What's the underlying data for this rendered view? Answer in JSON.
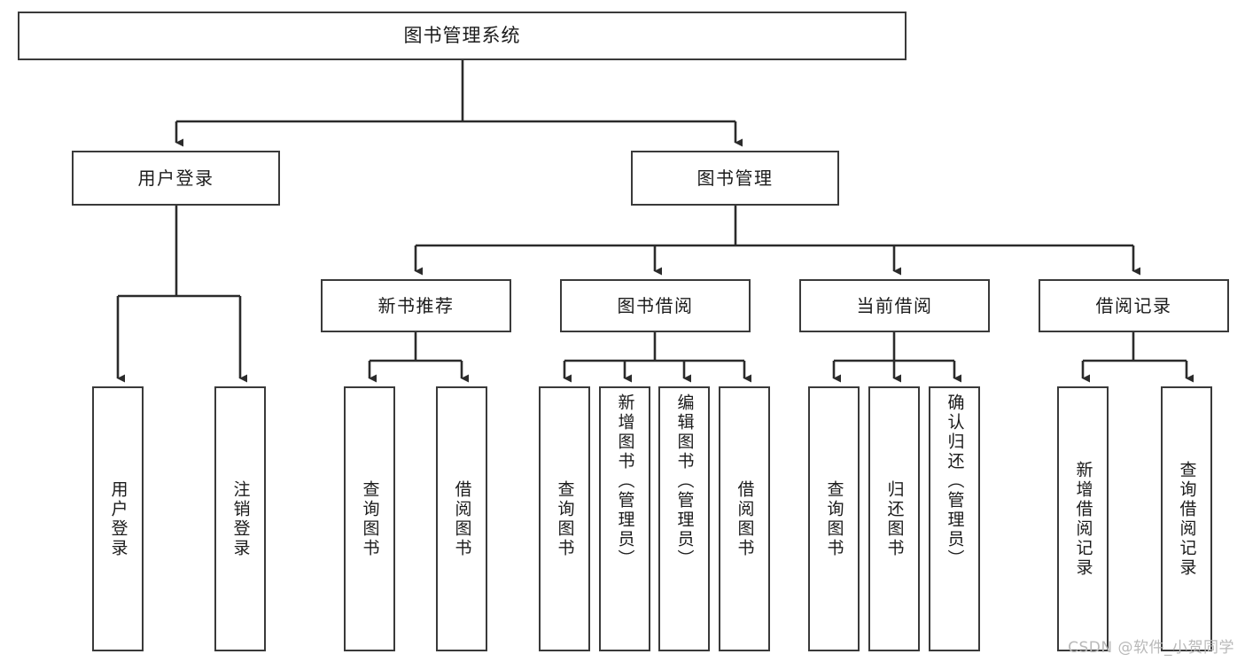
{
  "diagram": {
    "title": "图书管理系统",
    "type": "tree",
    "watermark": "CSDN @软件_小贺同学",
    "colors": {
      "box_border": "#3a3a3a",
      "box_fill": "#ffffff",
      "connector": "#2b2b2b",
      "text": "#1b1b1b",
      "watermark": "#b9b9b9"
    },
    "root": {
      "label": "图书管理系统"
    },
    "level2": [
      {
        "label": "用户登录"
      },
      {
        "label": "图书管理"
      }
    ],
    "level3": [
      {
        "label": "新书推荐"
      },
      {
        "label": "图书借阅"
      },
      {
        "label": "当前借阅"
      },
      {
        "label": "借阅记录"
      }
    ],
    "leaves": {
      "user_login": [
        {
          "label": "用户登录"
        },
        {
          "label": "注销登录"
        }
      ],
      "new_book": [
        {
          "label": "查询图书"
        },
        {
          "label": "借阅图书"
        }
      ],
      "book_borrow": [
        {
          "label": "查询图书"
        },
        {
          "label": "新增图书（管理员）"
        },
        {
          "label": "编辑图书（管理员）"
        },
        {
          "label": "借阅图书"
        }
      ],
      "current_borrow": [
        {
          "label": "查询图书"
        },
        {
          "label": "归还图书"
        },
        {
          "label": "确认归还（管理员）"
        }
      ],
      "borrow_record": [
        {
          "label": "新增借阅记录"
        },
        {
          "label": "查询借阅记录"
        }
      ]
    }
  }
}
